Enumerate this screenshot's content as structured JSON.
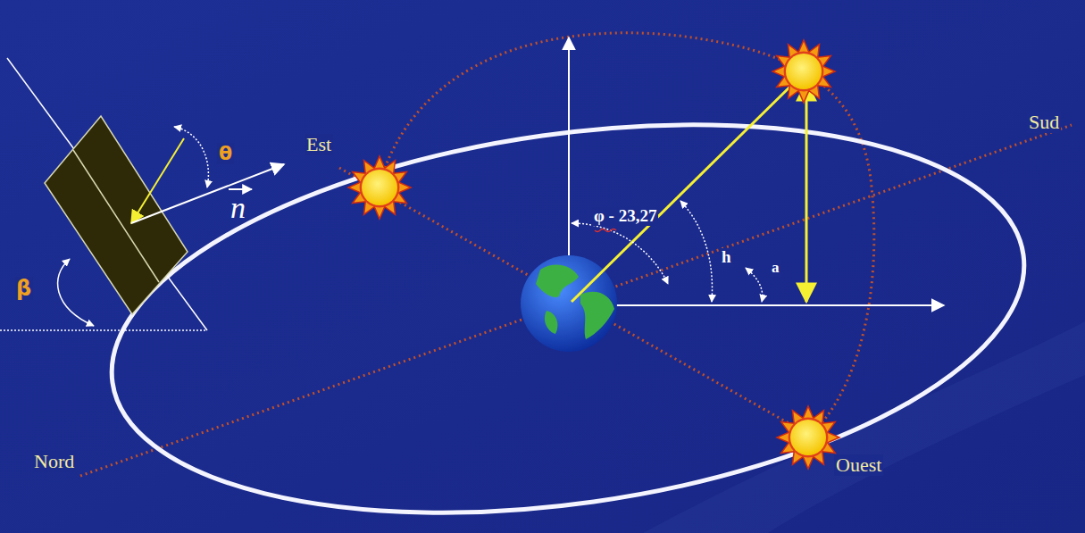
{
  "diagram": {
    "labels": [
      "Est",
      "Sud",
      "Nord",
      "Ouest",
      "φ - 23,27",
      "h",
      "a",
      "θ",
      "β",
      "n"
    ]
  }
}
